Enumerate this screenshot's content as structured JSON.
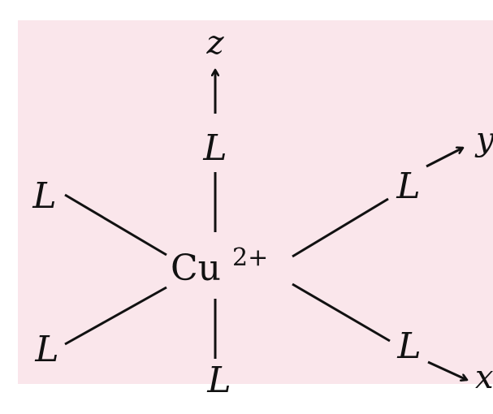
{
  "diagram": {
    "central_ion": {
      "symbol": "Cu",
      "charge": "2+"
    },
    "ligand_label": "L",
    "axes": {
      "z": "z",
      "y": "y",
      "x": "x"
    },
    "colors": {
      "background": "#fae6eb",
      "line": "#111111"
    }
  }
}
